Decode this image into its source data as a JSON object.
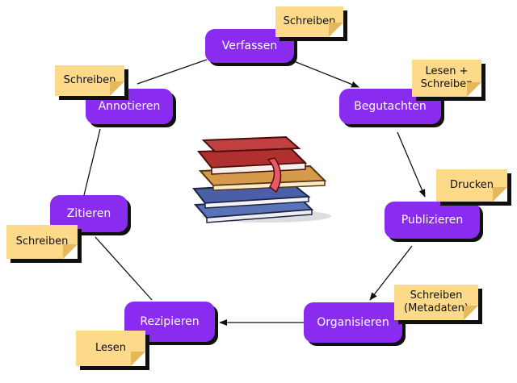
{
  "colors": {
    "node": "#8a2bf0",
    "tag": "#fdd98a",
    "edge": "#111111"
  },
  "nodes": {
    "verfassen": {
      "label": "Verfassen"
    },
    "begutachten": {
      "label": "Begutachten"
    },
    "publizieren": {
      "label": "Publizieren"
    },
    "organisieren": {
      "label": "Organisieren"
    },
    "rezipieren": {
      "label": "Rezipieren"
    },
    "zitieren": {
      "label": "Zitieren"
    },
    "annotieren": {
      "label": "Annotieren"
    }
  },
  "tags": {
    "verfassen": "Schreiben",
    "begutachten": "Lesen +\nSchreiben",
    "publizieren": "Drucken",
    "organisieren": "Schreiben\n(Metadaten)",
    "rezipieren": "Lesen",
    "zitieren": "Schreiben",
    "annotieren": "Schreiben"
  },
  "center_icon": "book-stack-icon"
}
